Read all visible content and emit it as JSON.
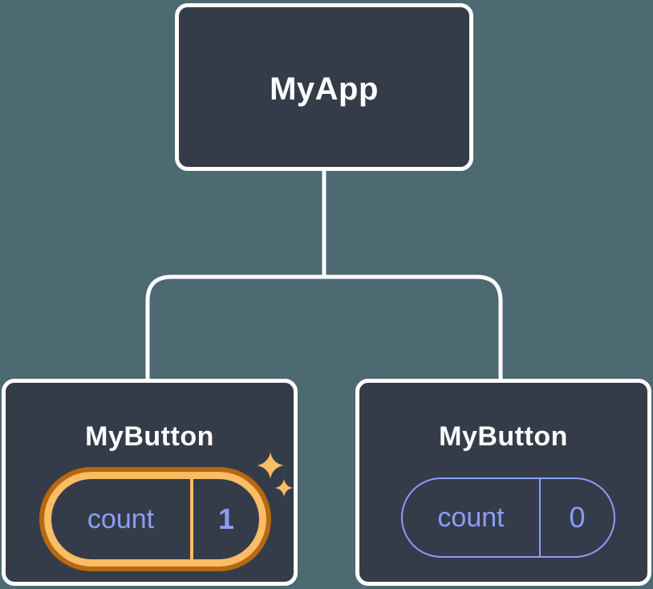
{
  "colors": {
    "background": "#4D6972",
    "node_fill": "#353C49",
    "node_border": "#FFFFFF",
    "text_primary": "#FFFFFF",
    "state_text": "#8A9DF8",
    "state_border": "#8A9DF8",
    "highlight_outer": "#B8680E",
    "highlight_inner": "#FBBC66",
    "sparkle": "#FBBC66"
  },
  "tree": {
    "root": {
      "label": "MyApp"
    },
    "children": [
      {
        "label": "MyButton",
        "state": {
          "key": "count",
          "value": "1"
        },
        "highlighted": true
      },
      {
        "label": "MyButton",
        "state": {
          "key": "count",
          "value": "0"
        },
        "highlighted": false
      }
    ]
  }
}
